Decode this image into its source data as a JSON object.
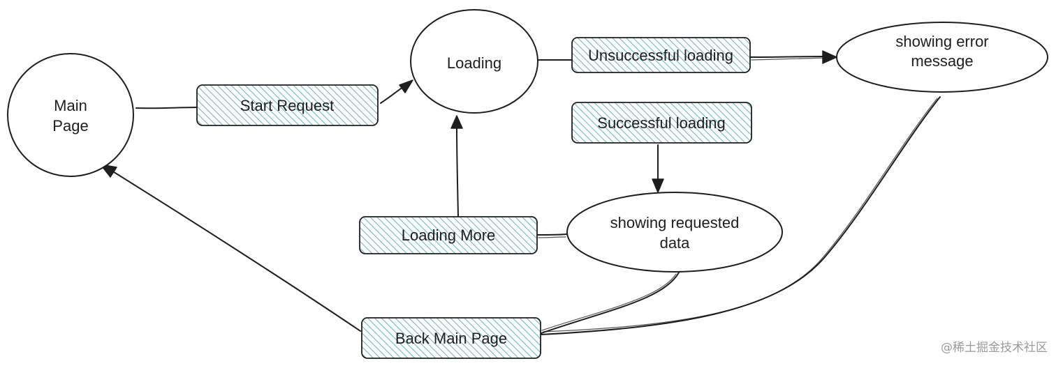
{
  "diagram": {
    "nodes": {
      "main_page": {
        "line1": "Main",
        "line2": "Page"
      },
      "loading": {
        "label": "Loading"
      },
      "error_message": {
        "line1": "showing error",
        "line2": "message"
      },
      "requested_data": {
        "line1": "showing requested",
        "line2": "data"
      }
    },
    "transitions": {
      "start_request": "Start Request",
      "unsuccessful_loading": "Unsuccessful loading",
      "successful_loading": "Successful loading",
      "loading_more": "Loading More",
      "back_main_page": "Back Main Page"
    }
  },
  "watermark": "@稀土掘金技术社区",
  "colors": {
    "stroke": "#1e1e1e",
    "hatch": "#6fb9c2",
    "fill": "#ffffff",
    "text": "#1e1e1e",
    "watermark": "#9a9a9a"
  }
}
